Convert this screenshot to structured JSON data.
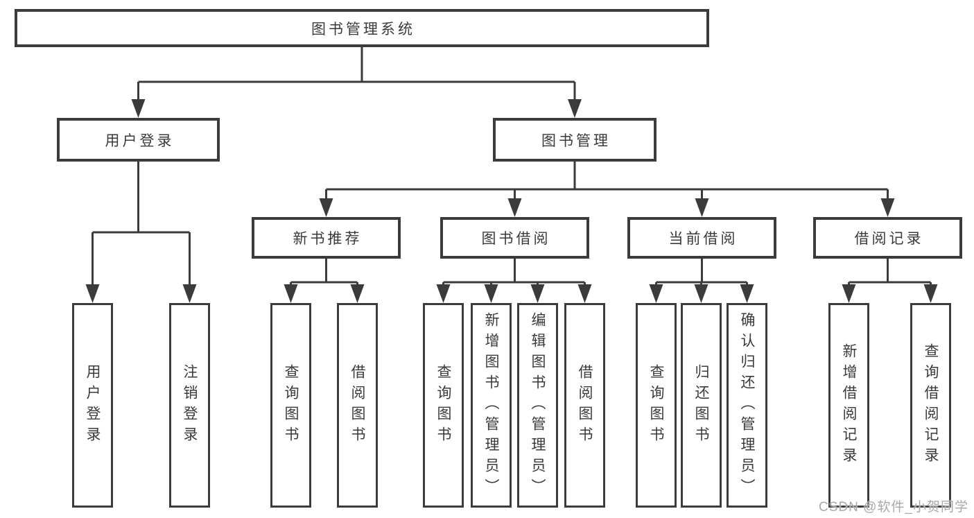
{
  "diagram": {
    "root": {
      "label": "图书管理系统"
    },
    "level2": [
      {
        "id": "user-login",
        "label": "用户登录"
      },
      {
        "id": "book-management",
        "label": "图书管理"
      }
    ],
    "level3": [
      {
        "id": "new-book-recommend",
        "label": "新书推荐",
        "parent": "图书管理"
      },
      {
        "id": "book-borrow",
        "label": "图书借阅",
        "parent": "图书管理"
      },
      {
        "id": "current-borrow",
        "label": "当前借阅",
        "parent": "图书管理"
      },
      {
        "id": "borrow-records",
        "label": "借阅记录",
        "parent": "图书管理"
      }
    ],
    "leaves": [
      {
        "label": "用户登录",
        "parent": "用户登录"
      },
      {
        "label": "注销登录",
        "parent": "用户登录"
      },
      {
        "label": "查询图书",
        "parent": "新书推荐"
      },
      {
        "label": "借阅图书",
        "parent": "新书推荐"
      },
      {
        "label": "查询图书",
        "parent": "图书借阅"
      },
      {
        "label": "新增图书（管理员）",
        "parent": "图书借阅"
      },
      {
        "label": "编辑图书（管理员）",
        "parent": "图书借阅"
      },
      {
        "label": "借阅图书",
        "parent": "图书借阅"
      },
      {
        "label": "查询图书",
        "parent": "当前借阅"
      },
      {
        "label": "归还图书",
        "parent": "当前借阅"
      },
      {
        "label": "确认归还（管理员）",
        "parent": "当前借阅"
      },
      {
        "label": "新增借阅记录",
        "parent": "借阅记录"
      },
      {
        "label": "查询借阅记录",
        "parent": "借阅记录"
      }
    ]
  },
  "watermark": {
    "text": "CSDN @软件_小贺同学"
  },
  "colors": {
    "line": "#3b3b3b",
    "text": "#3a3a3a",
    "background": "#ffffff",
    "watermark": "#a8a8a8"
  }
}
